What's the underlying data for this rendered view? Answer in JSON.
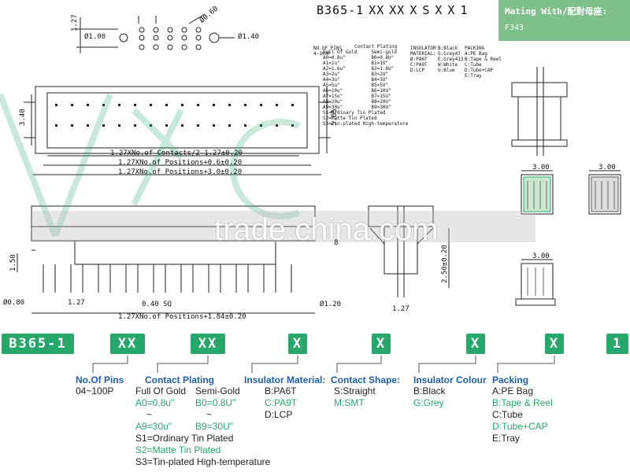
{
  "top_code": {
    "segments": [
      "B365-1",
      "XX",
      "XX",
      "X",
      "S",
      "X",
      "X",
      "1"
    ]
  },
  "mating": {
    "title": "Mating With/配對母座:",
    "part": "F343"
  },
  "top_legend": {
    "no_of_pins": [
      "NO.OF PINS",
      "4~100P"
    ],
    "contact_plating": {
      "title": "Contact Plating",
      "sub_left": "Full Of Gold",
      "sub_right": "Semi-gold",
      "left": [
        "A0=0.8u\"",
        "A1=1u\"",
        "A2=1.6u\"",
        "A3=2u\"",
        "A4=3u\"",
        "A5=5u\"",
        "A6=10u\"",
        "A7=15u\"",
        "A8=20u\"",
        "A9=30u\""
      ],
      "right": [
        "B0=0.8U\"",
        "B1=1U\"",
        "B2=1.6U\"",
        "B3=2U\"",
        "B4=3U\"",
        "B5=5U\"",
        "B6=10U\"",
        "B7=15U\"",
        "B8=20U\"",
        "B9=30U\""
      ],
      "notes": [
        "S1=Ordinary Tin Plated",
        "S2=Matte Tin Plated",
        "S3=Tin-plated High-temperature"
      ]
    },
    "insulator": [
      "INSULATOR",
      "MATERIAL:",
      "B:PA6T",
      "C:PA9T",
      "D:LCP"
    ],
    "colour": [
      "B:Black",
      "G:Grey47",
      "E:Grey413",
      "W:White",
      "U:Blue"
    ],
    "packing": [
      "PACKING",
      "A:PE Bag",
      "B:Tape & Reel",
      "C:Tube",
      "D:Tube+CAP",
      "E:Tray"
    ]
  },
  "dims": {
    "hole_small": "Ø1.00",
    "hole_large": "Ø1.40",
    "pitch_top": "1.27",
    "pitch_d060": "Ø0.60",
    "height_340": "3.40",
    "height_565": "5.65",
    "row1": "1.27XNo.of Contacts/2-1.27±0.20",
    "row2": "1.27XNo.of Positions+0.6±0.20",
    "row3": "1.27XNo.of Positions+3.0±0.20",
    "h150": "1.50",
    "d080": "Ø0.80",
    "p127b": "1.27",
    "sq": "0.40 SQ",
    "d120": "Ø1.20",
    "row4": "1.27XNo.of Positions+1.84±0.20",
    "h250": "2.50±0.20",
    "h8": "8",
    "side127": "1.27",
    "w300a": "3.00",
    "w300b": "3.00",
    "w300c": "3.00"
  },
  "watermark": "trade.china.com",
  "code_bar": [
    "B365-1",
    "XX",
    "XX",
    "X",
    "X",
    "X",
    "X",
    "1"
  ],
  "sections": {
    "pins": {
      "title": "No.Of Pins",
      "lines": [
        "04~100P"
      ]
    },
    "plating": {
      "title": "Contact Plating",
      "col1": [
        "Full Of Gold",
        "A0=0.8u\"",
        "~",
        "A9=30u\""
      ],
      "col2": [
        "Semi-Gold",
        "B0=0.8U\"",
        "~",
        "B9=30U\""
      ],
      "notes": [
        "S1=Ordinary Tin Plated",
        "S2=Matte Tin Plated",
        "S3=Tin-plated High-temperature"
      ]
    },
    "insulator": {
      "title": "Insulator Material:",
      "lines": [
        "B:PA6T",
        "C:PA9T",
        "D:LCP"
      ]
    },
    "shape": {
      "title": "Contact Shape:",
      "lines": [
        "S:Straight",
        "M:SMT"
      ]
    },
    "colour": {
      "title": "Insulator Colour",
      "lines": [
        "B:Black",
        "G:Grey"
      ]
    },
    "packing": {
      "title": "Packing",
      "lines": [
        "A:PE Bag",
        "B:Tape & Reel",
        "C:Tube",
        "D:Tube+CAP",
        "E:Tray"
      ]
    }
  },
  "colors": {
    "accent": "#27a86a",
    "title_blue": "#1d5fa8",
    "mating_bg": "#7fc08a"
  }
}
